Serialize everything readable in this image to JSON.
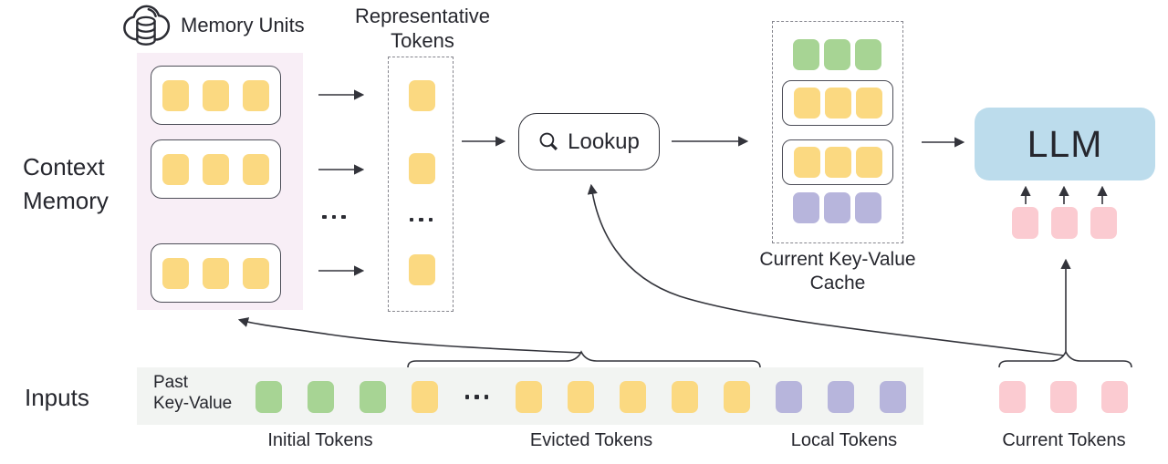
{
  "labels": {
    "context_memory": "Context\nMemory",
    "memory_units": "Memory Units",
    "representative_tokens": "Representative\nTokens",
    "lookup": "Lookup",
    "current_kv_cache": "Current Key-Value\nCache",
    "llm": "LLM",
    "inputs": "Inputs",
    "past_key_value": "Past\nKey-Value",
    "initial_tokens": "Initial Tokens",
    "evicted_tokens": "Evicted Tokens",
    "local_tokens": "Local Tokens",
    "current_tokens": "Current Tokens"
  },
  "icons": {
    "memory_units": "cloud-database",
    "lookup": "magnifier"
  },
  "colors": {
    "yellow": "#FBD981",
    "green": "#A7D494",
    "purple": "#B7B5DC",
    "pink": "#FBCBD1",
    "blue": "#BCDCEC",
    "memory_bg": "#F8EEF6",
    "strip_bg": "#F2F4F2",
    "line": "#33343B"
  },
  "token_rows": {
    "memory_unit": [
      "yellow",
      "yellow",
      "yellow"
    ],
    "representative": [
      "yellow",
      "yellow",
      "dots",
      "yellow"
    ],
    "cache_green": [
      "green",
      "green",
      "green"
    ],
    "cache_yellow": [
      "yellow",
      "yellow",
      "yellow"
    ],
    "cache_purple": [
      "purple",
      "purple",
      "purple"
    ],
    "llm_inputs": [
      "pink",
      "pink",
      "pink"
    ],
    "strip": [
      "green",
      "green",
      "green",
      "yellow",
      "dots",
      "yellow",
      "yellow",
      "yellow",
      "yellow",
      "yellow",
      "purple",
      "purple",
      "purple"
    ],
    "current": [
      "pink",
      "pink",
      "pink"
    ],
    "dots": [
      "dots"
    ]
  }
}
